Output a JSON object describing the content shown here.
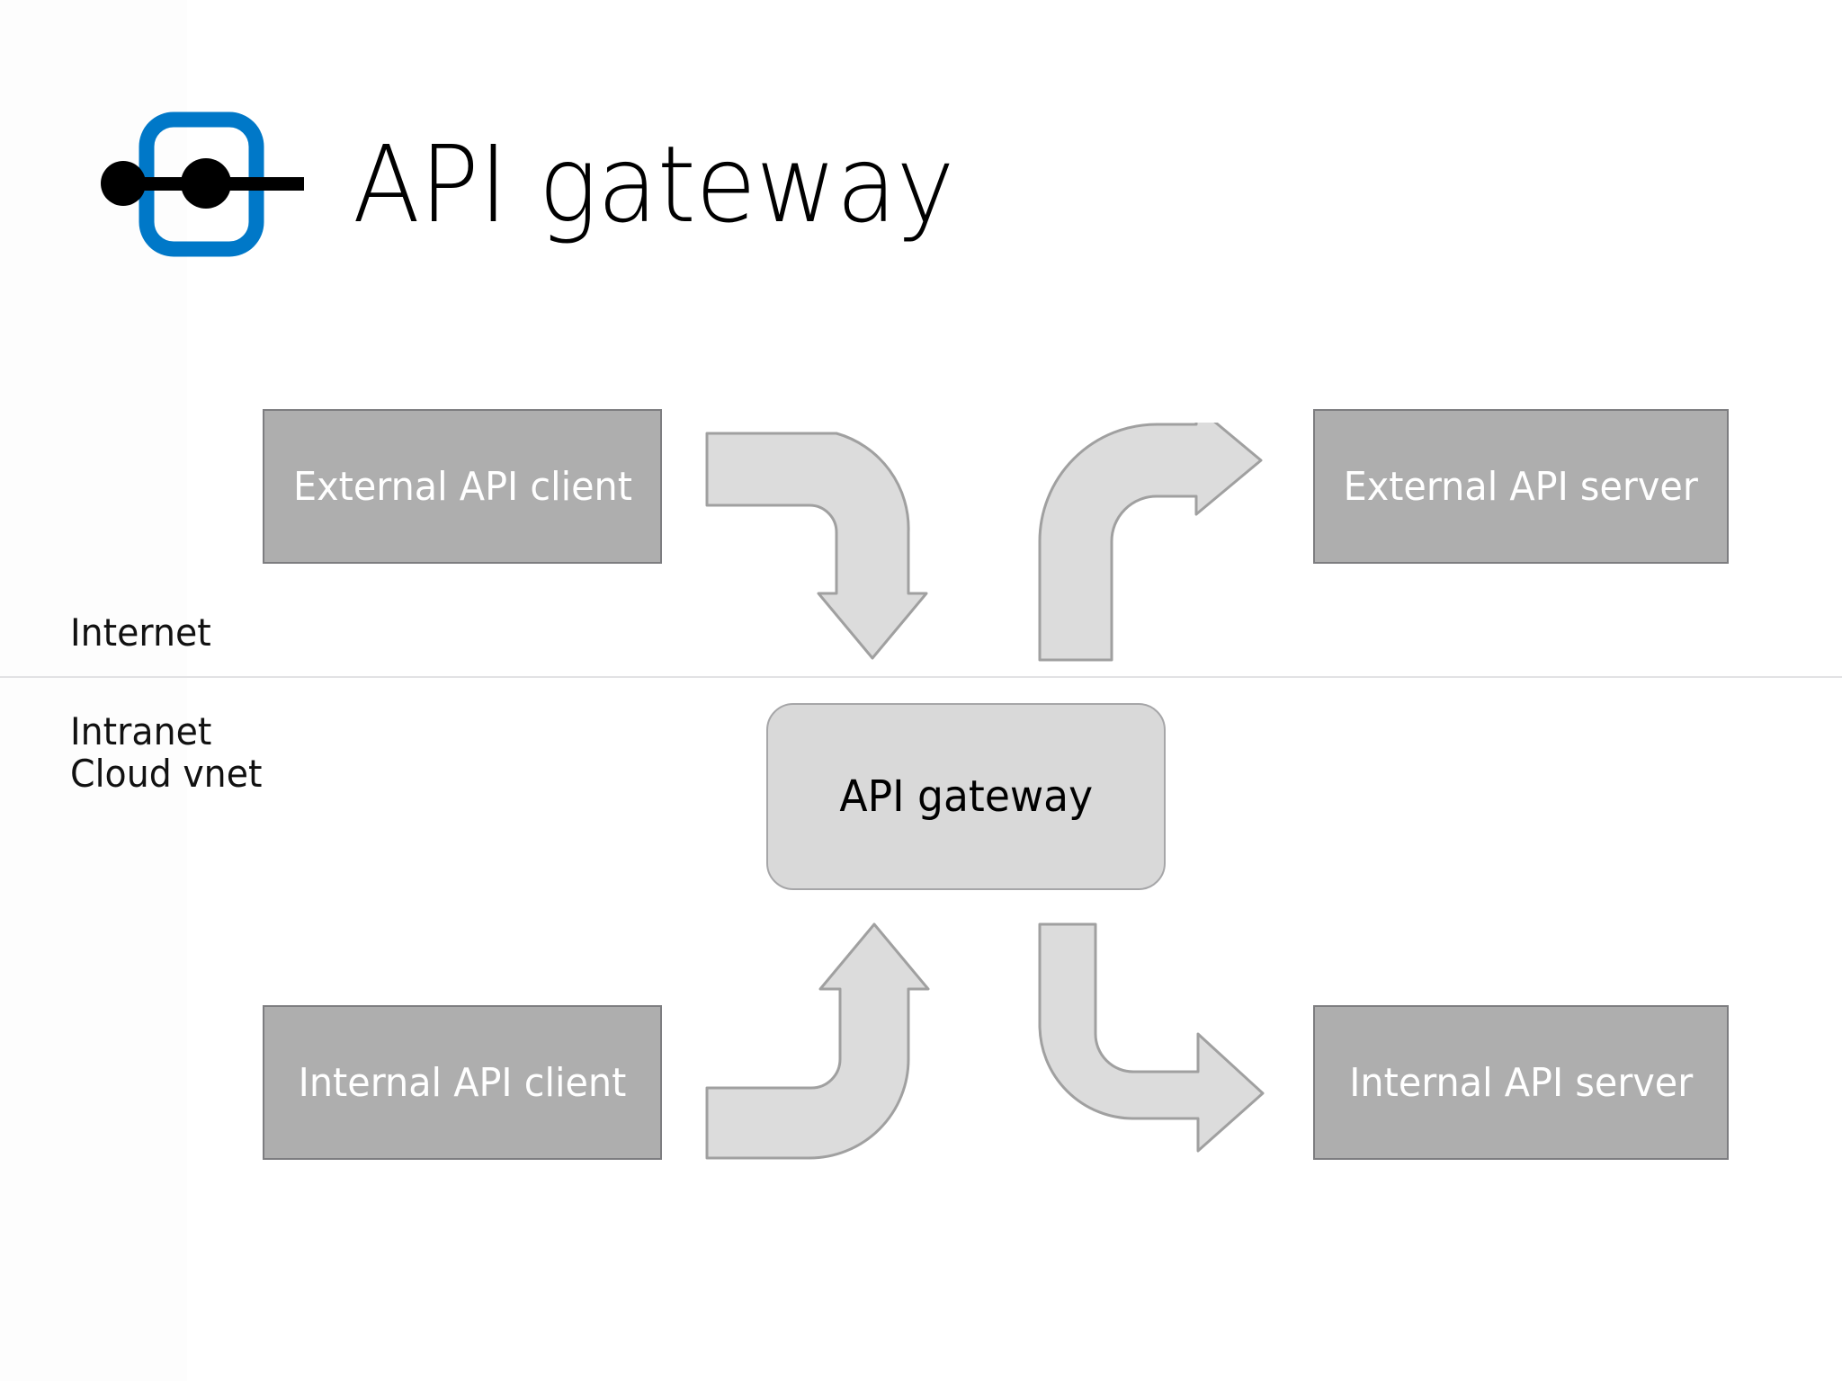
{
  "header": {
    "title": "API gateway",
    "logo_icon": "api-gateway-node-icon",
    "logo_color": "#0078C8",
    "logo_line_color": "#000000"
  },
  "zones": {
    "upper_label": "Internet",
    "lower_label_line1": "Intranet",
    "lower_label_line2": "Cloud vnet",
    "divider_color": "#E2E2E4"
  },
  "nodes": {
    "external_client": "External API client",
    "external_server": "External API server",
    "internal_client": "Internal API client",
    "internal_server": "Internal API server",
    "gateway": "API gateway"
  },
  "colors": {
    "node_fill": "#AEAEAE",
    "node_border": "#7D7D80",
    "node_text": "#FFFFFF",
    "gateway_fill": "#D9D9D9",
    "gateway_border": "#A6A6A8",
    "gateway_text": "#000000",
    "arrow_fill": "#DCDCDC",
    "arrow_border": "#A0A0A0",
    "background": "#FFFFFF"
  },
  "arrows": [
    {
      "name": "external-client-to-gateway",
      "from": "External API client",
      "to": "API gateway",
      "direction": "right-then-down"
    },
    {
      "name": "gateway-to-external-server",
      "from": "API gateway",
      "to": "External API server",
      "direction": "up-then-right"
    },
    {
      "name": "internal-client-to-gateway",
      "from": "Internal API client",
      "to": "API gateway",
      "direction": "right-then-up"
    },
    {
      "name": "gateway-to-internal-server",
      "from": "API gateway",
      "to": "Internal API server",
      "direction": "down-then-right"
    }
  ]
}
